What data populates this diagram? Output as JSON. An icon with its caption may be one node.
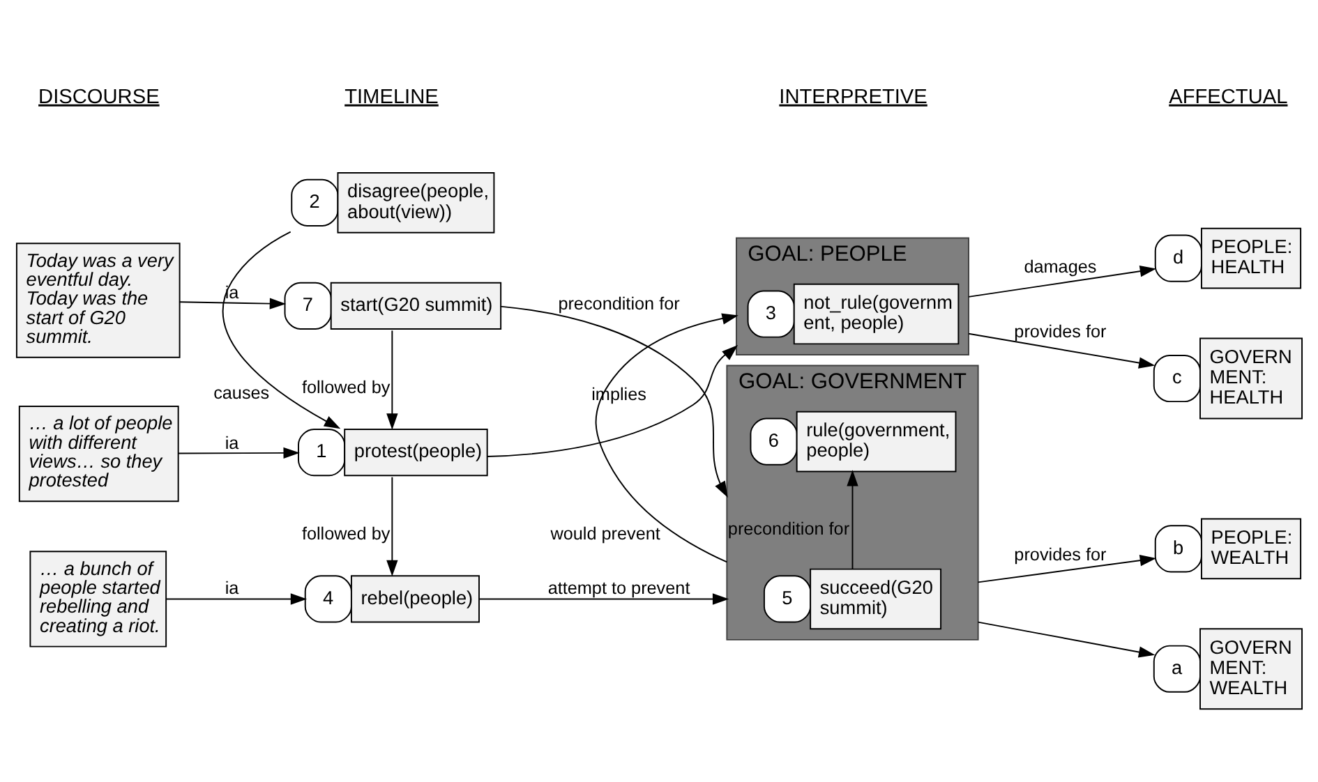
{
  "diagram": {
    "nodes": [
      {
        "text": [
          "Today was a very eventful day. Today was the start of G20 summit."
        ]
      },
      {
        "text": [
          "… a lot of people with different views… so they protested"
        ]
      },
      {
        "text": [
          "… a bunch of people started rebelling and creating a riot."
        ]
      },
      {
        "text": [
          "start(G20 summit)"
        ],
        "beside": [
          "7"
        ]
      },
      {
        "text": [
          "protest(people)"
        ],
        "beside": [
          "1"
        ]
      },
      {
        "text": [
          "disagree(people, about(view))"
        ],
        "beside": [
          "2"
        ]
      },
      {
        "text": [
          "rebel(people)"
        ],
        "beside": [
          "4"
        ]
      },
      {
        "text": [
          "GOAL: GOVERNMENT"
        ]
      },
      {
        "text": [
          "succeed(G20 summit)"
        ],
        "in": 7,
        "beside": [
          "5"
        ]
      },
      {
        "text": [
          "rule(government, people)"
        ],
        "in": 7,
        "beside": [
          "6"
        ]
      },
      {
        "text": [
          "GOAL: PEOPLE"
        ]
      },
      {
        "text": [
          "not_rule(governm ent, people)"
        ],
        "in": 10,
        "beside": [
          "3"
        ]
      },
      {
        "text": [
          "GOVERN MENT: WEALTH"
        ],
        "beside": [
          "a"
        ]
      },
      {
        "text": [
          "PEOPLE: WEALTH"
        ],
        "beside": [
          "b"
        ]
      },
      {
        "text": [
          "GOVERN MENT: HEALTH"
        ],
        "beside": [
          "c"
        ]
      },
      {
        "text": [
          "PEOPLE: HEALTH"
        ],
        "beside": [
          "d"
        ]
      }
    ],
    "edges": [
      {
        "from": 0,
        "to": 3,
        "arrow": "to",
        "label": "ia"
      },
      {
        "from": 1,
        "to": 4,
        "arrow": "to",
        "label": "ia"
      },
      {
        "from": 2,
        "to": 6,
        "arrow": "to",
        "label": "ia"
      },
      {
        "from": 3,
        "to": 4,
        "arrow": "to",
        "label": "followed by"
      },
      {
        "from": 3,
        "to": 7,
        "arrow": "to",
        "label": "precondition for"
      },
      {
        "from": 5,
        "to": 4,
        "arrow": "to",
        "label": "causes"
      },
      {
        "from": 4,
        "to": 6,
        "arrow": "to",
        "label": "followed by"
      },
      {
        "from": 4,
        "to": 10,
        "arrow": "to",
        "label": "implies"
      },
      {
        "from": 6,
        "to": 7,
        "arrow": "to",
        "label": "attempt to prevent"
      },
      {
        "from": 8,
        "to": 9,
        "arrow": "to",
        "label": "precondition for"
      },
      {
        "from": 7,
        "to": 10,
        "arrow": "to",
        "label": "would prevent"
      },
      {
        "from": 7,
        "to": 12,
        "arrow": "to"
      },
      {
        "from": 7,
        "to": 13,
        "arrow": "to",
        "label": "provides for"
      },
      {
        "from": 10,
        "to": 14,
        "arrow": "to",
        "label": "provides for"
      },
      {
        "from": 10,
        "to": 15,
        "arrow": "to",
        "label": "damages"
      }
    ],
    "labels": [
      "DISCOURSE",
      "TIMELINE",
      "INTERPRETIVE",
      "AFFECTUAL"
    ]
  }
}
